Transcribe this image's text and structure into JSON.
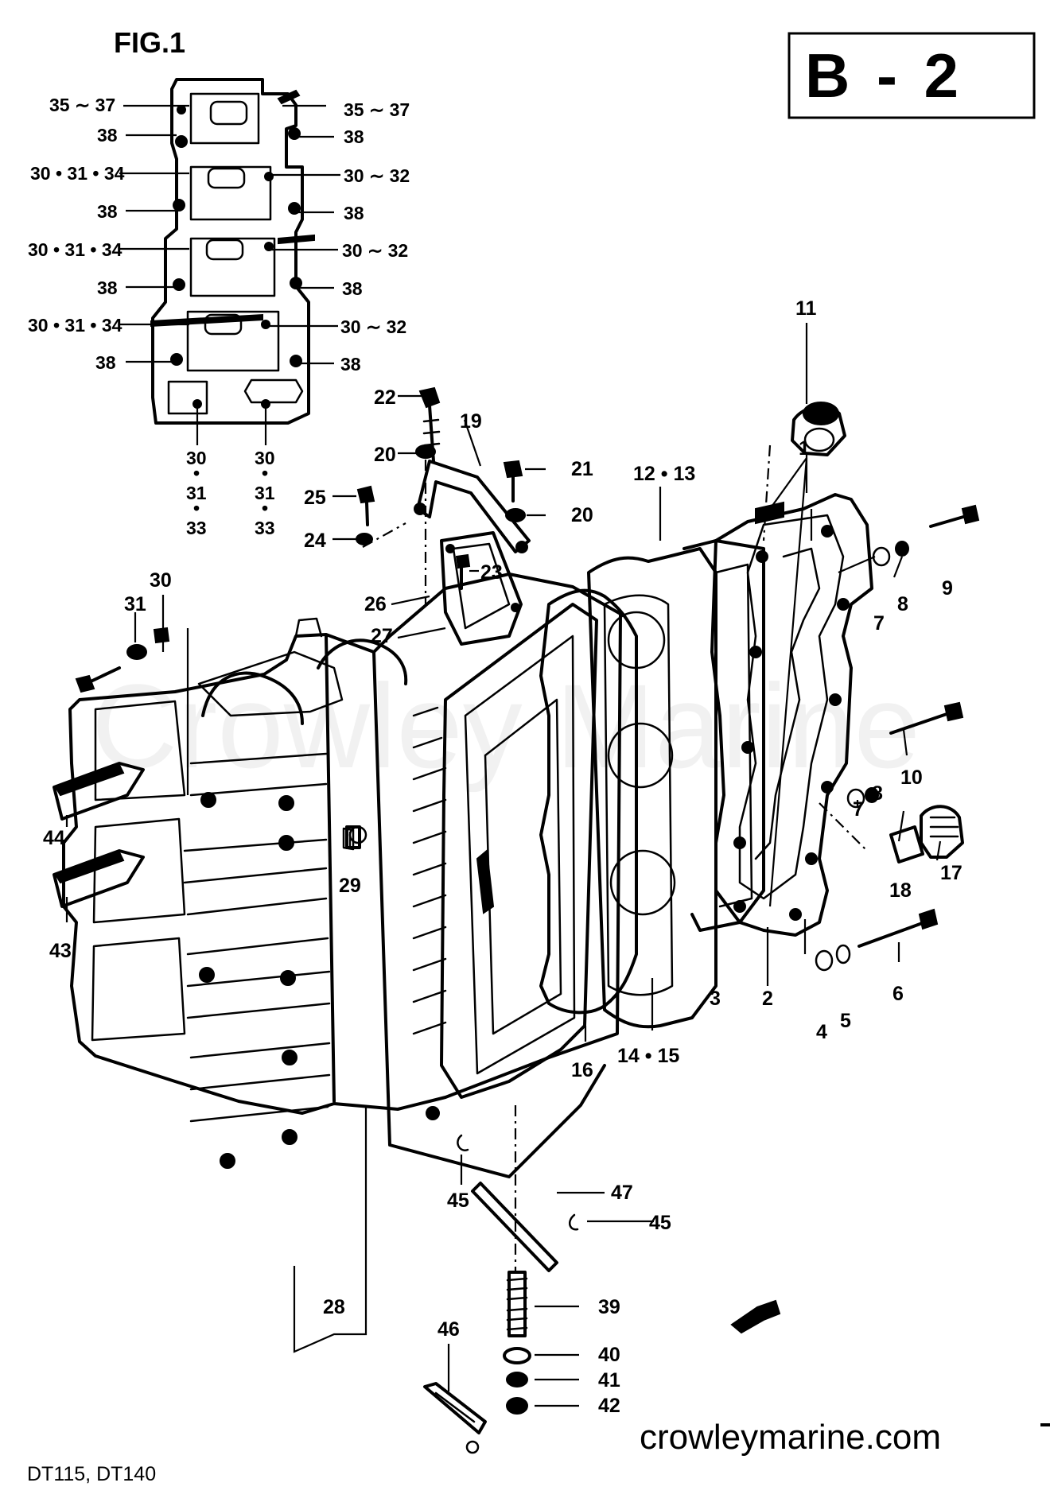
{
  "figure": {
    "title": "FIG.1"
  },
  "code_box": {
    "code": "B - 2"
  },
  "models": "DT115, DT140",
  "website": "crowleymarine.com",
  "watermark": "Crowley Marine",
  "inset_labels": {
    "left": [
      "35 ∼ 37",
      "38",
      "30 • 31 • 34",
      "38",
      "30 • 31 • 34",
      "38",
      "30 • 31 • 34",
      "38"
    ],
    "right": [
      "35 ∼ 37",
      "38",
      "30 ∼ 32",
      "38",
      "30 ∼ 32",
      "38",
      "30 ∼ 32",
      "38"
    ],
    "bottom_left": [
      "30",
      "•",
      "31",
      "•",
      "33"
    ],
    "bottom_right": [
      "30",
      "•",
      "31",
      "•",
      "33"
    ]
  },
  "callouts": {
    "c1": "1",
    "c2": "2",
    "c3": "3",
    "c4": "4",
    "c5": "5",
    "c6": "6",
    "c7a": "7",
    "c7b": "7",
    "c8a": "8",
    "c8b": "8",
    "c9": "9",
    "c10": "10",
    "c11": "11",
    "c12_13": "12 • 13",
    "c14_15": "14 • 15",
    "c16": "16",
    "c17": "17",
    "c18": "18",
    "c19": "19",
    "c20a": "20",
    "c20b": "20",
    "c21": "21",
    "c22": "22",
    "c23": "23",
    "c24": "24",
    "c25": "25",
    "c26": "26",
    "c27": "27",
    "c28": "28",
    "c29": "29",
    "c30": "30",
    "c31": "31",
    "c39": "39",
    "c40": "40",
    "c41": "41",
    "c42": "42",
    "c43": "43",
    "c44": "44",
    "c45a": "45",
    "c45b": "45",
    "c46": "46",
    "c47": "47"
  }
}
